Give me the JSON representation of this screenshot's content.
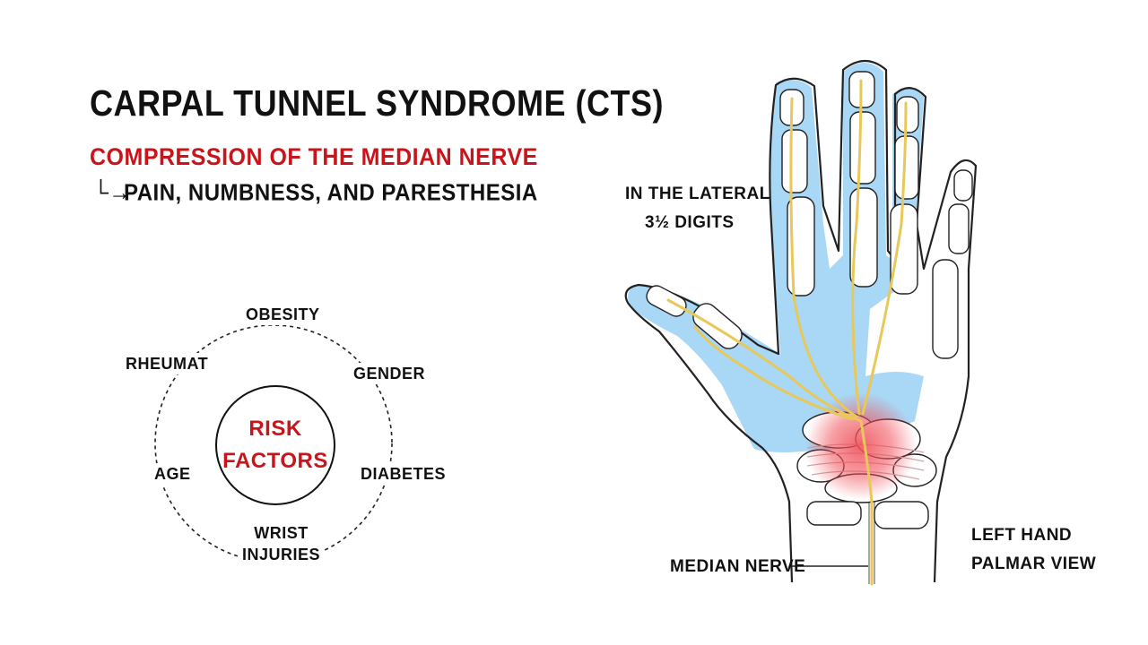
{
  "title": "CARPAL TUNNEL SYNDROME (CTS)",
  "subtitle": "COMPRESSION OF THE MEDIAN NERVE",
  "symptoms": {
    "arrow": "└→",
    "text": "PAIN, NUMBNESS, AND PARESTHESIA"
  },
  "risk_factors": {
    "center_line1": "RISK",
    "center_line2": "FACTORS",
    "obesity": "OBESITY",
    "gender": "GENDER",
    "diabetes": "DIABETES",
    "wrist_line1": "WRIST",
    "wrist_line2": "INJURIES",
    "age": "AGE",
    "rheumat": "RHEUMAT"
  },
  "annotations": {
    "lateral_line1": "IN THE LATERAL",
    "lateral_line2": "3½ DIGITS",
    "median_nerve": "MEDIAN NERVE",
    "view_line1": "LEFT HAND",
    "view_line2": "PALMAR VIEW"
  },
  "colors": {
    "accent_red": "#c8151b",
    "shade_blue": "#a8d8f6",
    "nerve_yellow": "#e8c85a",
    "inflammation": "#f0505a"
  }
}
